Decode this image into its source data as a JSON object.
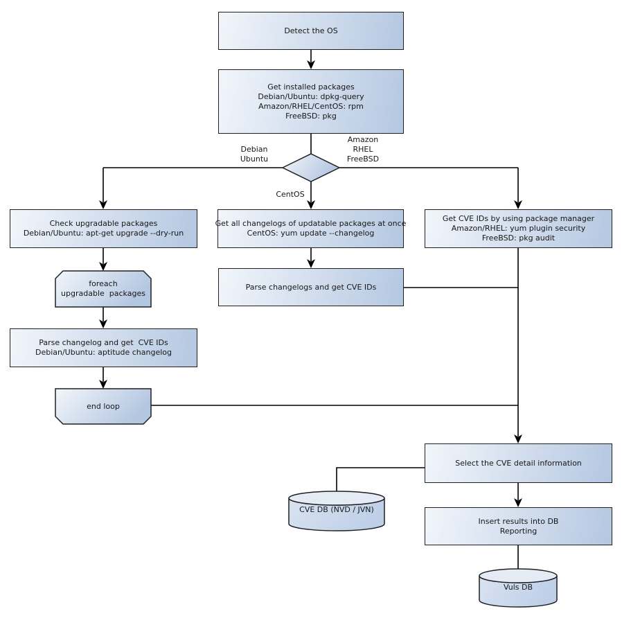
{
  "colors": {
    "fill_light": "#f2f6fb",
    "fill_dark": "#b4c7e1",
    "cyl_top": "#e4ebf5",
    "cyl_body_light": "#d9e3f1",
    "cyl_body_dark": "#becfe7",
    "border": "#1f1f1f",
    "text": "#161616",
    "line_color": "#000000",
    "background": "#ffffff"
  },
  "nodes": {
    "detect_os": {
      "label": "Detect the OS"
    },
    "get_installed": {
      "label": "Get installed packages\nDebian/Ubuntu: dpkg-query\nAmazon/RHEL/CentOS: rpm\nFreeBSD: pkg"
    },
    "check_upgradable": {
      "label": "Check upgradable packages\nDebian/Ubuntu: apt-get upgrade --dry-run"
    },
    "foreach_loop": {
      "label": "foreach\nupgradable  packages"
    },
    "parse_changelog_deb": {
      "label": "Parse changelog and get  CVE IDs\nDebian/Ubuntu: aptitude changelog"
    },
    "end_loop": {
      "label": "end loop"
    },
    "get_all_changelogs": {
      "label": "Get all changelogs of updatable packages at once\nCentOS: yum update --changelog"
    },
    "parse_changelogs": {
      "label": "Parse changelogs and get CVE IDs"
    },
    "get_cve_ids": {
      "label": "Get CVE IDs by using package manager\nAmazon/RHEL: yum plugin security\nFreeBSD: pkg audit"
    },
    "select_cve_detail": {
      "label": "Select the CVE detail information"
    },
    "cve_db": {
      "label": "CVE DB (NVD / JVN)"
    },
    "insert_results": {
      "label": "Insert results into DB\nReporting"
    },
    "vuls_db": {
      "label": "Vuls DB"
    }
  },
  "branch_labels": {
    "debian_ubuntu": "Debian\nUbuntu",
    "amazon_rhel_freebsd": "Amazon\nRHEL\nFreeBSD",
    "centos": "CentOS"
  }
}
